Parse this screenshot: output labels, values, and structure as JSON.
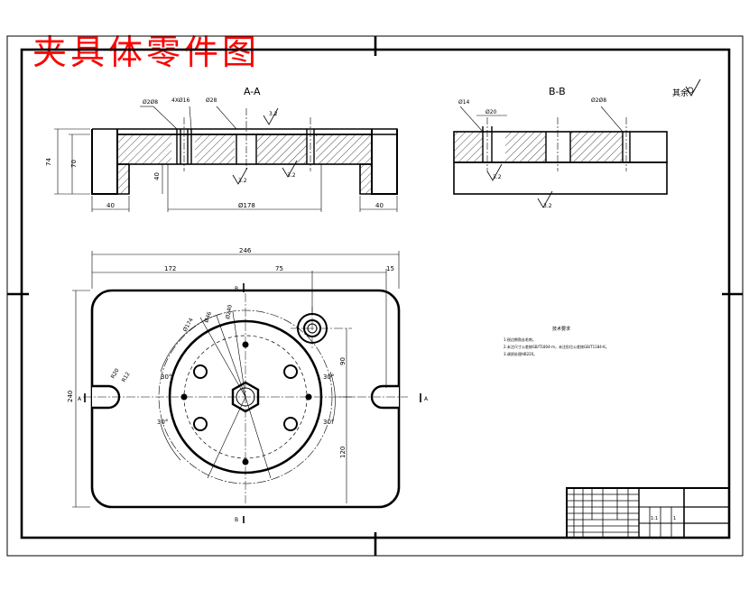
{
  "drawing": {
    "title": "夹具体零件图",
    "title_color": "#ff0000",
    "line_color": "#000000",
    "background": "#ffffff"
  },
  "section_aa": {
    "label": "A-A",
    "dims": {
      "d1": "Ø2Ø8",
      "d2": "4XØ16",
      "d3": "Ø28",
      "rough": "3.2",
      "h_outer": "74",
      "h_inner": "70",
      "h_step": "40",
      "w_left": "40",
      "w_mid": "Ø178",
      "w_right": "40",
      "rough2": "3.2",
      "rough3": "3.2"
    }
  },
  "section_bb": {
    "label": "B-B",
    "dims": {
      "d1": "Ø14",
      "d2": "Ø20",
      "d3": "Ø2Ø8",
      "rough": "3.2",
      "rough2": "3.2"
    }
  },
  "roughness_note": {
    "text": "其余",
    "value": ""
  },
  "plan_view": {
    "dims": {
      "overall_w": "246",
      "left_to_hole": "172",
      "hole_to_edge": "75",
      "edge_off": "15",
      "height": "240",
      "up": "90",
      "down": "120",
      "r_slot1": "R20",
      "r_slot2": "R12",
      "a1": "30°",
      "a2": "30°",
      "a3": "30°",
      "a4": "30°",
      "c1": "Ø174",
      "c2": "Ø46",
      "c3": "Ø240"
    },
    "section_marks": {
      "a_left": "A",
      "a_right": "A",
      "b_top": "B",
      "b_bottom": "B"
    }
  },
  "tech_requirements": {
    "heading": "技术要求",
    "items": [
      "1.锐边倒角去毛刺。",
      "2.未注尺寸公差按GB/T1804-m，未注形位公差按GB/T1184-K。",
      "3.调质处理HB220。"
    ]
  },
  "title_block": {
    "scale": "1:1",
    "sheet": "1"
  }
}
